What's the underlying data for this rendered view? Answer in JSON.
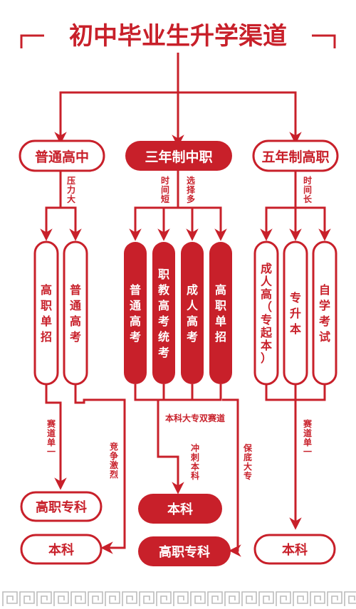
{
  "title": "初中毕业生升学渠道",
  "colors": {
    "red": "#c8202a",
    "white": "#ffffff"
  },
  "top": {
    "left": "普通高中",
    "center": "三年制中职",
    "right": "五年制高职"
  },
  "notes": {
    "left_top": "压力大",
    "center_a": "时间短",
    "center_b": "选择多",
    "right_top": "时间长",
    "left_a": "赛道单一",
    "left_b": "竞争激烈",
    "center_row": "本科大专双赛道",
    "center_c": "冲刺本科",
    "center_d": "保底大专",
    "right_bottom": "赛道单一"
  },
  "pills": {
    "left": [
      "高职单招",
      "普通高考"
    ],
    "center": [
      "普通高考",
      "职教高考统考",
      "成人高考",
      "高职单招"
    ],
    "right": [
      "成人高（专起本）",
      "专升本",
      "自学考试"
    ]
  },
  "bottom": {
    "left_1": "高职专科",
    "left_2": "本科",
    "center_1": "本科",
    "center_2": "高职专科",
    "right_1": "本科"
  }
}
